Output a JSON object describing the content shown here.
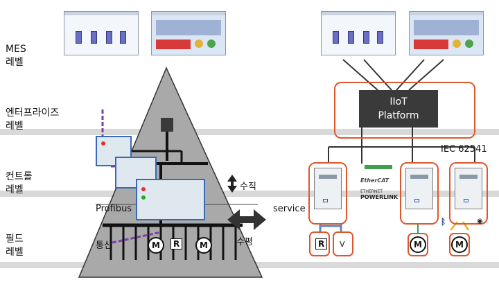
{
  "levels": {
    "mes": [
      "MES",
      "레벨"
    ],
    "enterprise": [
      "엔터프라이즈",
      "레벨"
    ],
    "control": [
      "컨트롤",
      "레벨"
    ],
    "field": [
      "필드",
      "레벨"
    ]
  },
  "left_diagram": {
    "profibus": "Profibus",
    "communication": "통신",
    "vertical": "수직",
    "horizontal": "수평",
    "motor_symbol": "M",
    "relay_symbol": "R"
  },
  "center": {
    "service": "service"
  },
  "right_diagram": {
    "platform_line1": "IIoT",
    "platform_line2": "Platform",
    "standard": "IEC 62541",
    "relay_symbol": "R",
    "valve_symbol": "V",
    "motor_symbol": "M",
    "bus_logos": [
      "EtherCAT",
      "ETHERNET",
      "POWERLINK"
    ]
  },
  "colors": {
    "accent_orange": "#e0562c",
    "platform_fill": "#3a3a3a",
    "pyramid_fill": "#a9a9a9",
    "purple_line": "#7a3fa3"
  }
}
